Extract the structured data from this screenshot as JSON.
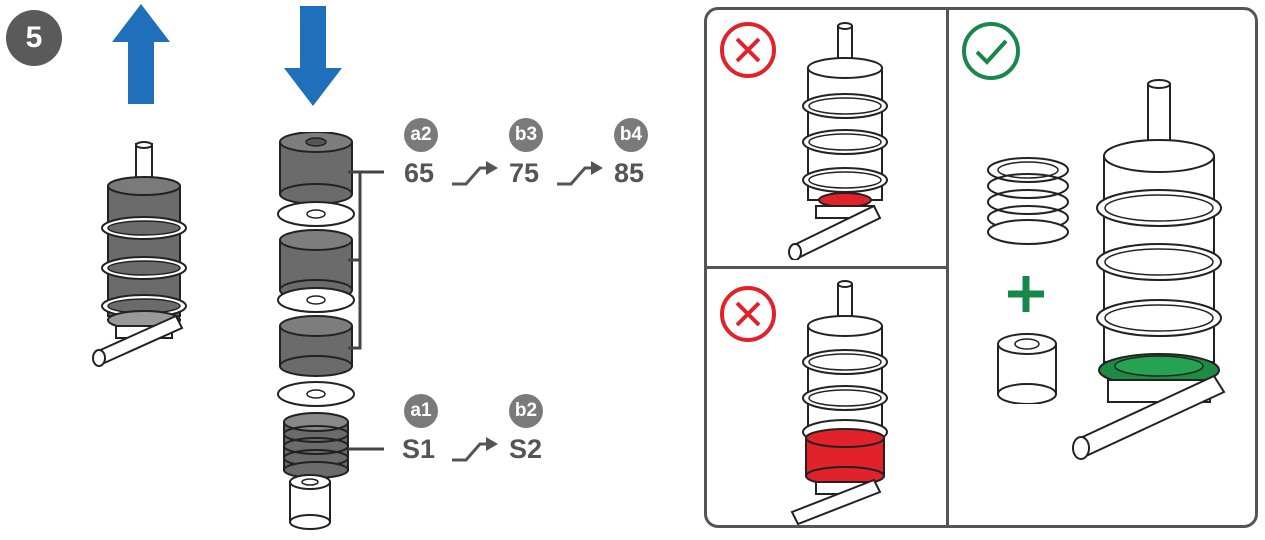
{
  "step": {
    "number": "5"
  },
  "spring_options": {
    "tags": [
      "a2",
      "b3",
      "b4"
    ],
    "values": [
      "65",
      "75",
      "85"
    ]
  },
  "spacer_options": {
    "tags": [
      "a1",
      "b2"
    ],
    "values": [
      "S1",
      "S2"
    ]
  },
  "colors": {
    "arrow_blue": "#1f6fba",
    "part_dark": "#6b6b6b",
    "badge_gray": "#7a7a7a",
    "wrong_red": "#e1222a",
    "correct_green": "#17874a",
    "seal_green": "#1f8a44"
  },
  "icons": {
    "up": "arrow-up-icon",
    "down": "arrow-down-icon",
    "wrong": "cross-circle-icon",
    "right": "check-circle-icon",
    "plus": "plus-icon"
  }
}
